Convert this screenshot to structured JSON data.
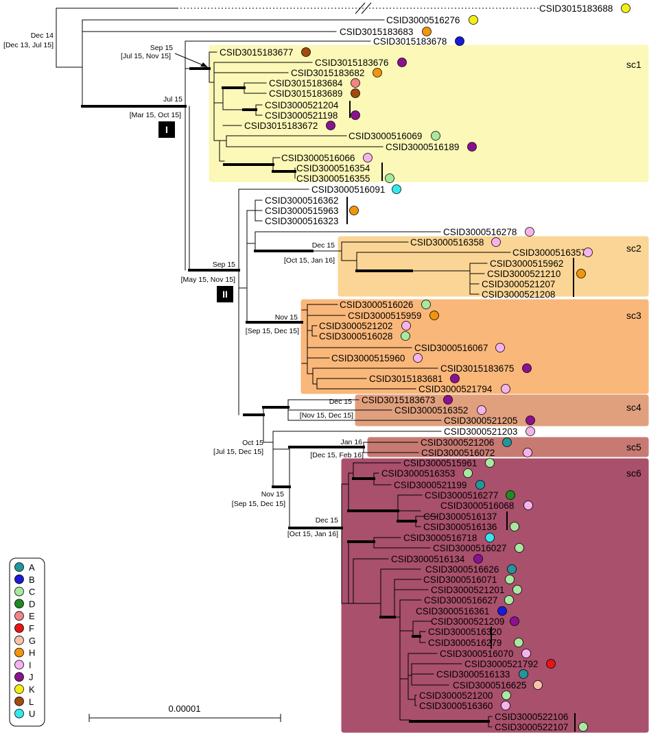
{
  "colors": {
    "A": "#21979a",
    "B": "#1a1ad9",
    "C": "#a8e8a0",
    "D": "#1f8a20",
    "E": "#f08585",
    "F": "#e81414",
    "G": "#f7c2aa",
    "H": "#f2950c",
    "I": "#f5b3ec",
    "J": "#8a1290",
    "K": "#f2ee18",
    "L": "#a24a10",
    "U": "#33e8ec"
  },
  "legend": [
    "A",
    "B",
    "C",
    "D",
    "E",
    "F",
    "G",
    "H",
    "I",
    "J",
    "K",
    "L",
    "U"
  ],
  "leaves": [
    {
      "name": "CSID3015183688",
      "group": "K"
    },
    {
      "name": "CSID3000516276",
      "group": "K"
    },
    {
      "name": "CSID3015183683",
      "group": "H"
    },
    {
      "name": "CSID3015183678",
      "group": "B"
    },
    {
      "name": "CSID3015183677",
      "group": "L"
    },
    {
      "name": "CSID3015183676",
      "group": "J"
    },
    {
      "name": "CSID3015183682",
      "group": "H"
    },
    {
      "name": "CSID3015183684",
      "group": "E"
    },
    {
      "name": "CSID3015183689",
      "group": "L"
    },
    {
      "name": "CSID3000521204",
      "group": "J"
    },
    {
      "name": "CSID3000521198",
      "group": "J"
    },
    {
      "name": "CSID3015183672",
      "group": "J"
    },
    {
      "name": "CSID3000516069",
      "group": "C"
    },
    {
      "name": "CSID3000516189",
      "group": "J"
    },
    {
      "name": "CSID3000516066",
      "group": "I"
    },
    {
      "name": "CSID3000516354",
      "group": "C"
    },
    {
      "name": "CSID3000516355",
      "group": "C"
    },
    {
      "name": "CSID3000516091",
      "group": "U"
    },
    {
      "name": "CSID3000516362",
      "group": "H"
    },
    {
      "name": "CSID3000515963",
      "group": "H"
    },
    {
      "name": "CSID3000516323",
      "group": "H"
    },
    {
      "name": "CSID3000516278",
      "group": "I"
    },
    {
      "name": "CSID3000516358",
      "group": "I"
    },
    {
      "name": "CSID3000516357",
      "group": "I"
    },
    {
      "name": "CSID3000515962",
      "group": "H"
    },
    {
      "name": "CSID3000521210",
      "group": "H"
    },
    {
      "name": "CSID3000521207",
      "group": "H"
    },
    {
      "name": "CSID3000521208",
      "group": "H"
    },
    {
      "name": "CSID3000516026",
      "group": "C"
    },
    {
      "name": "CSID3000515959",
      "group": "H"
    },
    {
      "name": "CSID3000521202",
      "group": "I"
    },
    {
      "name": "CSID3000516028",
      "group": "C"
    },
    {
      "name": "CSID3000516067",
      "group": "I"
    },
    {
      "name": "CSID3000515960",
      "group": "I"
    },
    {
      "name": "CSID3015183675",
      "group": "J"
    },
    {
      "name": "CSID3015183681",
      "group": "J"
    },
    {
      "name": "CSID3000521794",
      "group": "I"
    },
    {
      "name": "CSID3015183673",
      "group": "J"
    },
    {
      "name": "CSID3000516352",
      "group": "I"
    },
    {
      "name": "CSID3000521205",
      "group": "J"
    },
    {
      "name": "CSID3000521203",
      "group": "I"
    },
    {
      "name": "CSID3000521206",
      "group": "A"
    },
    {
      "name": "CSID3000516072",
      "group": "I"
    },
    {
      "name": "CSID3000515961",
      "group": "C"
    },
    {
      "name": "CSID3000516353",
      "group": "C"
    },
    {
      "name": "CSID3000521199",
      "group": "A"
    },
    {
      "name": "CSID3000516277",
      "group": "D"
    },
    {
      "name": "CSID3000516068",
      "group": "I"
    },
    {
      "name": "CSID3000516137",
      "group": "C"
    },
    {
      "name": "CSID3000516136",
      "group": "C"
    },
    {
      "name": "CSID3000516718",
      "group": "U"
    },
    {
      "name": "CSID3000516027",
      "group": "C"
    },
    {
      "name": "CSID3000516134",
      "group": "J"
    },
    {
      "name": "CSID3000516626",
      "group": "A"
    },
    {
      "name": "CSID3000516071",
      "group": "C"
    },
    {
      "name": "CSID3000521201",
      "group": "C"
    },
    {
      "name": "CSID3000516627",
      "group": "C"
    },
    {
      "name": "CSID3000516361",
      "group": "B"
    },
    {
      "name": "CSID3000521209",
      "group": "J"
    },
    {
      "name": "CSID3000516320",
      "group": "C"
    },
    {
      "name": "CSID3000516279",
      "group": "C"
    },
    {
      "name": "CSID3000516070",
      "group": "I"
    },
    {
      "name": "CSID3000521792",
      "group": "F"
    },
    {
      "name": "CSID3000516133",
      "group": "A"
    },
    {
      "name": "CSID3000516625",
      "group": "G"
    },
    {
      "name": "CSID3000521200",
      "group": "C"
    },
    {
      "name": "CSID3000516360",
      "group": "I"
    },
    {
      "name": "CSID3000522106",
      "group": "C"
    },
    {
      "name": "CSID3000522107",
      "group": "C"
    }
  ],
  "subclades": [
    {
      "label": "sc1",
      "color": "#fbf8b8"
    },
    {
      "label": "sc2",
      "color": "#fbd595"
    },
    {
      "label": "sc3",
      "color": "#f9b77a"
    },
    {
      "label": "sc4",
      "color": "#e0a07e"
    },
    {
      "label": "sc5",
      "color": "#c77a72"
    },
    {
      "label": "sc6",
      "color": "#a8506c"
    }
  ],
  "dates": [
    {
      "date": "Dec 14",
      "range": "[Dec 13, Jul 15]"
    },
    {
      "date": "Sep 15",
      "range": "[Jul 15, Nov 15]"
    },
    {
      "date": "Jul 15",
      "range": "[Mar 15, Oct 15]"
    },
    {
      "date": "Sep 15",
      "range": "[May 15, Nov 15]"
    },
    {
      "date": "Dec 15",
      "range": "[Oct 15, Jan 16]"
    },
    {
      "date": "Nov 15",
      "range": "[Sep 15, Dec 15]"
    },
    {
      "date": "Dec 15",
      "range": "[Nov 15, Dec 15]"
    },
    {
      "date": "Oct 15",
      "range": "[Jul 15, Dec 15]"
    },
    {
      "date": "Jan 16",
      "range": "[Dec 15, Feb 16]"
    },
    {
      "date": "Nov 15",
      "range": "[Sep 15, Dec 15]"
    },
    {
      "date": "Dec 15",
      "range": "[Oct 15, Jan 16]"
    }
  ],
  "clades": [
    "I",
    "II"
  ],
  "scale_label": "0.00001"
}
